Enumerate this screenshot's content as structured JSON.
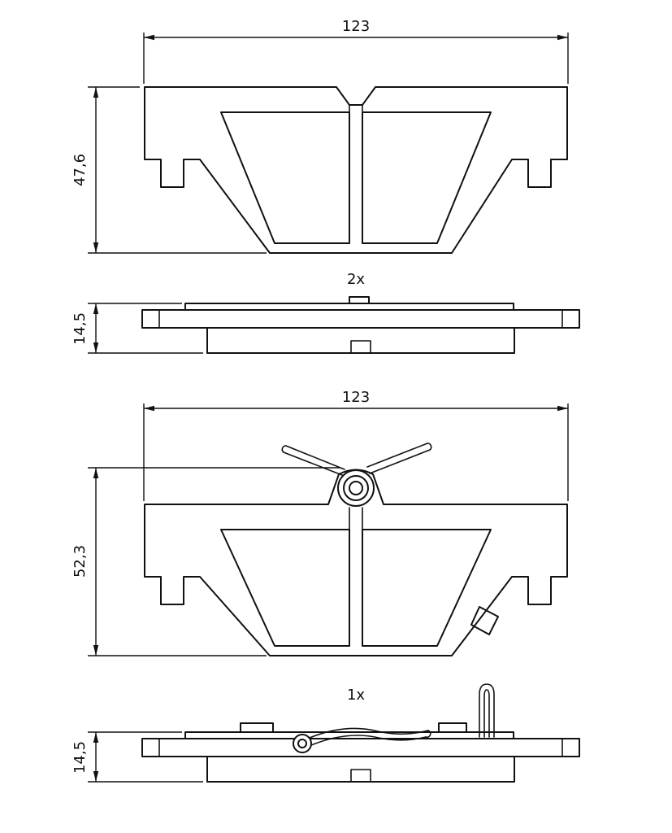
{
  "colors": {
    "line": "#111111",
    "background": "#ffffff"
  },
  "pad1_front": {
    "width_dim": "123",
    "height_dim": "47,6",
    "quantity": "2x"
  },
  "pad1_side": {
    "thickness_dim": "14,5"
  },
  "pad2_front": {
    "width_dim": "123",
    "height_dim": "52,3",
    "quantity": "1x"
  },
  "pad2_side": {
    "thickness_dim": "14,5"
  }
}
